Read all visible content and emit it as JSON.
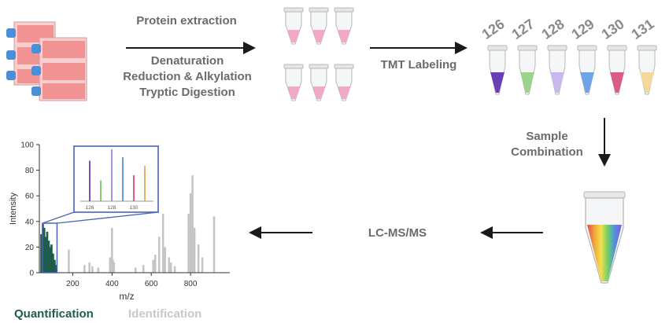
{
  "steps": {
    "protein_extraction": "Protein extraction",
    "digest_lines": [
      "Denaturation",
      "Reduction & Alkylation",
      "Tryptic Digestion"
    ],
    "tmt_labeling": "TMT Labeling",
    "sample_combination_lines": [
      "Sample",
      "Combination"
    ],
    "lcms": "LC-MS/MS"
  },
  "tmt_channels": [
    {
      "label": "126",
      "color": "#6a3fb5"
    },
    {
      "label": "127",
      "color": "#9bd48c"
    },
    {
      "label": "128",
      "color": "#c9b8ee"
    },
    {
      "label": "129",
      "color": "#6fa4e6"
    },
    {
      "label": "130",
      "color": "#d85c86"
    },
    {
      "label": "131",
      "color": "#f5d99c"
    }
  ],
  "colors": {
    "arrow": "#1a1a1a",
    "tube_fill_pink": "#f3a9c6",
    "flask": "#f08c8c",
    "flask_cap": "#4a90d9",
    "quant_bar": "#1f5c4a",
    "ident_bar": "#c4c4c4",
    "inset_border": "#4a64b8"
  },
  "legend": {
    "quantification": "Quantification",
    "identification": "Identification",
    "quantification_color": "#1f5c4a",
    "identification_color": "#c8c8c8"
  },
  "chart_data": {
    "type": "bar",
    "xlabel": "m/z",
    "ylabel": "Intensity",
    "xlim": [
      30,
      1000
    ],
    "ylim": [
      0,
      100
    ],
    "xticks": [
      200,
      400,
      600,
      800
    ],
    "yticks": [
      0,
      20,
      40,
      60,
      80,
      100
    ],
    "series": [
      {
        "name": "Quantification",
        "x": [
          40,
          48,
          55,
          62,
          70,
          78,
          85,
          92,
          100,
          108,
          115
        ],
        "y": [
          30,
          38,
          35,
          28,
          32,
          25,
          20,
          22,
          15,
          10,
          6
        ]
      },
      {
        "name": "Identification",
        "x": [
          180,
          260,
          285,
          300,
          330,
          390,
          400,
          405,
          410,
          520,
          560,
          610,
          620,
          640,
          660,
          670,
          690,
          700,
          720,
          790,
          800,
          810,
          820,
          840,
          860,
          920
        ],
        "y": [
          18,
          6,
          8,
          5,
          4,
          12,
          35,
          10,
          8,
          4,
          6,
          10,
          14,
          28,
          46,
          20,
          12,
          8,
          5,
          46,
          62,
          76,
          35,
          22,
          12,
          44
        ]
      }
    ],
    "inset": {
      "xticks": [
        "126",
        "128",
        "130"
      ],
      "peaks": [
        {
          "channel": "126",
          "height": 0.78,
          "color": "#6a3fb5"
        },
        {
          "channel": "127",
          "height": 0.4,
          "color": "#7cc36a"
        },
        {
          "channel": "128",
          "height": 1.0,
          "color": "#9f88d9"
        },
        {
          "channel": "129",
          "height": 0.85,
          "color": "#4f92de"
        },
        {
          "channel": "130",
          "height": 0.5,
          "color": "#d8506f"
        },
        {
          "channel": "131",
          "height": 0.68,
          "color": "#eaa25a"
        }
      ]
    }
  }
}
